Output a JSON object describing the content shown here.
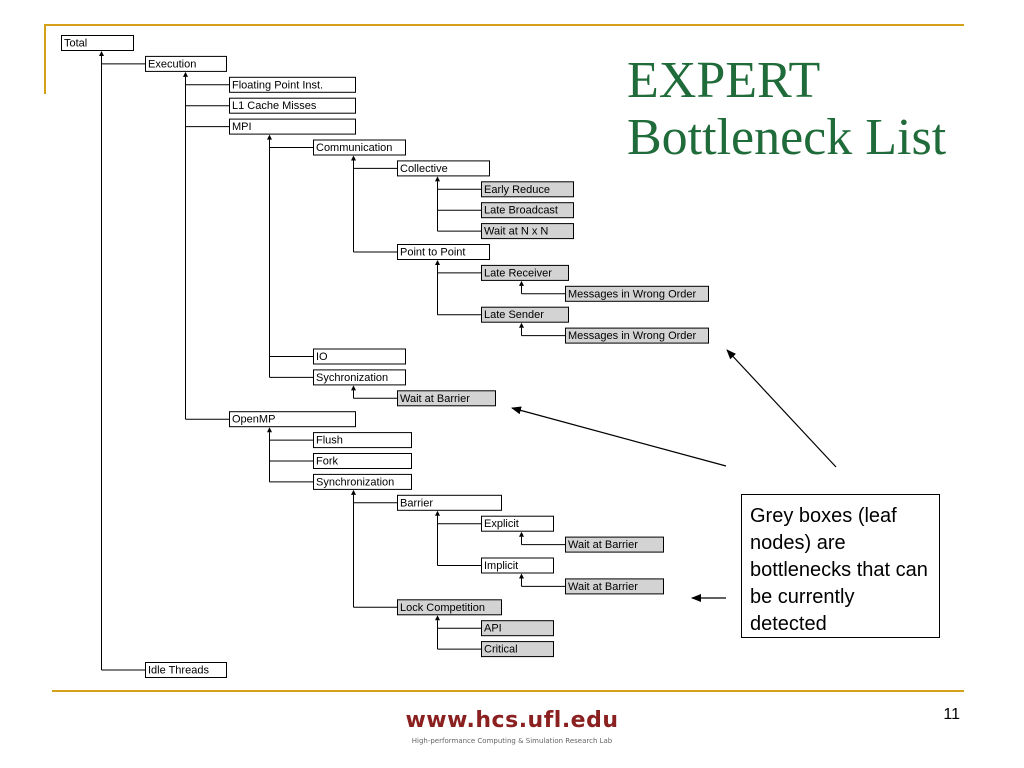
{
  "slide": {
    "title_lines": [
      "EXPERT",
      "Bottleneck List"
    ],
    "note_text": "Grey boxes (leaf nodes) are bottlenecks that can be currently detected",
    "footer_url": "www.hcs.ufl.edu",
    "footer_lab": "High-performance Computing & Simulation Research Lab",
    "page_number": "11"
  },
  "colors": {
    "title": "#1f6b3a",
    "accent_line": "#d4a017",
    "leaf_fill": "#d3d3d3",
    "node_fill": "#ffffff",
    "footer_url": "#8b2020"
  },
  "tree": {
    "label": "Total",
    "leaf": false,
    "children": [
      {
        "label": "Execution",
        "leaf": false,
        "children": [
          {
            "label": "Floating Point Inst.",
            "leaf": false,
            "children": []
          },
          {
            "label": "L1 Cache Misses",
            "leaf": false,
            "children": []
          },
          {
            "label": "MPI",
            "leaf": false,
            "children": [
              {
                "label": "Communication",
                "leaf": false,
                "children": [
                  {
                    "label": "Collective",
                    "leaf": false,
                    "children": [
                      {
                        "label": "Early Reduce",
                        "leaf": true,
                        "children": []
                      },
                      {
                        "label": "Late Broadcast",
                        "leaf": true,
                        "children": []
                      },
                      {
                        "label": "Wait at N x N",
                        "leaf": true,
                        "children": []
                      }
                    ]
                  },
                  {
                    "label": "Point to Point",
                    "leaf": false,
                    "children": [
                      {
                        "label": "Late Receiver",
                        "leaf": true,
                        "children": [
                          {
                            "label": "Messages in Wrong Order",
                            "leaf": true,
                            "children": []
                          }
                        ]
                      },
                      {
                        "label": "Late Sender",
                        "leaf": true,
                        "children": [
                          {
                            "label": "Messages in Wrong Order",
                            "leaf": true,
                            "children": []
                          }
                        ]
                      }
                    ]
                  }
                ]
              },
              {
                "label": "IO",
                "leaf": false,
                "children": []
              },
              {
                "label": "Sychronization",
                "leaf": false,
                "children": [
                  {
                    "label": "Wait at Barrier",
                    "leaf": true,
                    "children": []
                  }
                ]
              }
            ]
          },
          {
            "label": "OpenMP",
            "leaf": false,
            "children": [
              {
                "label": "Flush",
                "leaf": false,
                "children": []
              },
              {
                "label": "Fork",
                "leaf": false,
                "children": []
              },
              {
                "label": "Synchronization",
                "leaf": false,
                "children": [
                  {
                    "label": "Barrier",
                    "leaf": false,
                    "children": [
                      {
                        "label": "Explicit",
                        "leaf": false,
                        "children": [
                          {
                            "label": "Wait at Barrier",
                            "leaf": true,
                            "children": []
                          }
                        ]
                      },
                      {
                        "label": "Implicit",
                        "leaf": false,
                        "children": [
                          {
                            "label": "Wait at Barrier",
                            "leaf": true,
                            "children": []
                          }
                        ]
                      }
                    ]
                  },
                  {
                    "label": "Lock Competition",
                    "leaf": true,
                    "children": [
                      {
                        "label": "API",
                        "leaf": true,
                        "children": []
                      },
                      {
                        "label": "Critical",
                        "leaf": true,
                        "children": []
                      }
                    ]
                  }
                ]
              }
            ]
          }
        ]
      },
      {
        "label": "Idle Threads",
        "leaf": false,
        "children": []
      }
    ]
  }
}
